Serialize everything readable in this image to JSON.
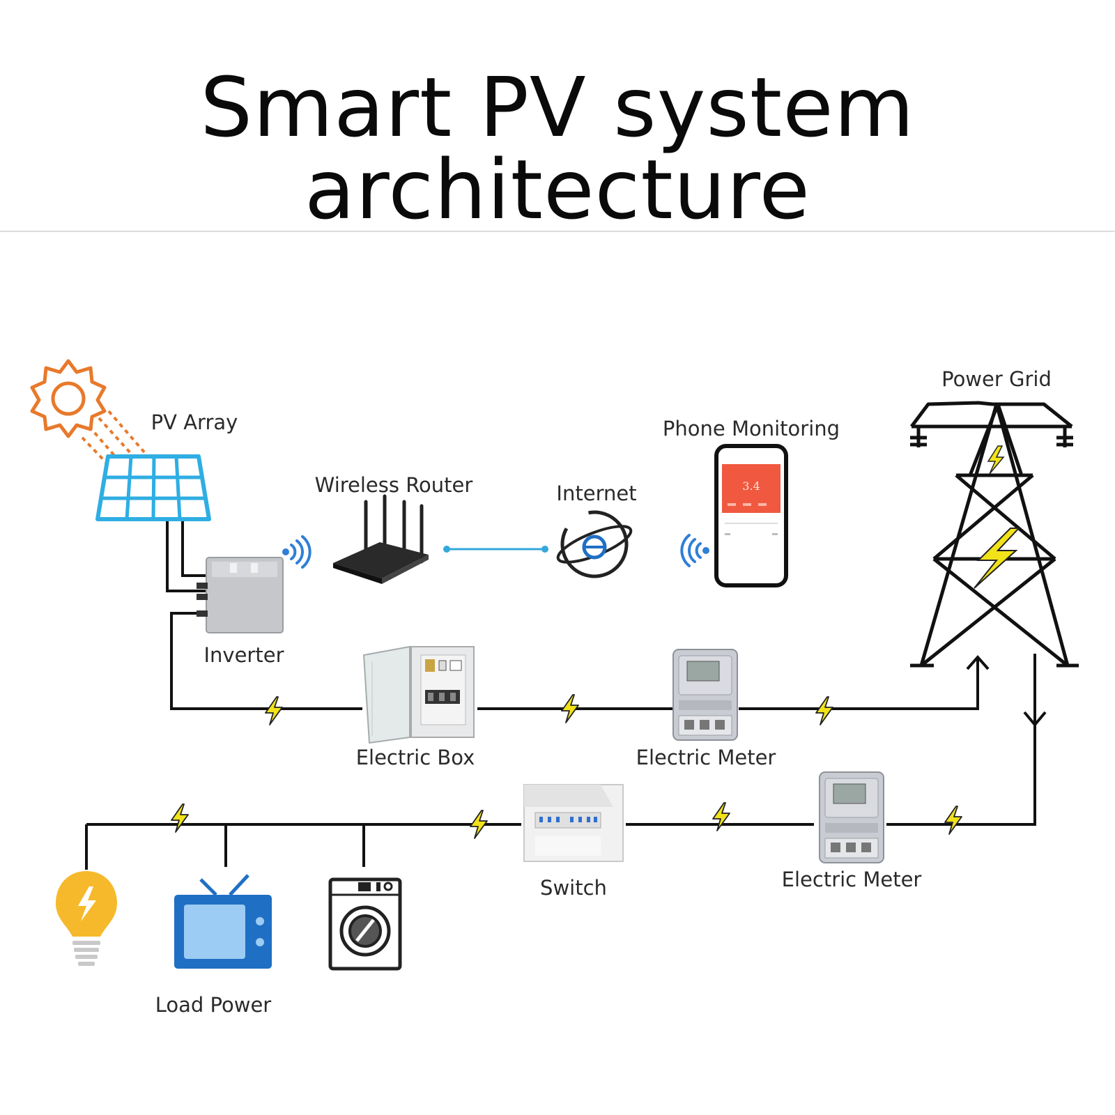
{
  "title": "Smart PV system architecture",
  "labels": {
    "pv_array": "PV Array",
    "wireless_router": "Wireless Router",
    "internet": "Internet",
    "phone_monitoring": "Phone Monitoring",
    "power_grid": "Power Grid",
    "inverter": "Inverter",
    "electric_box": "Electric Box",
    "electric_meter_1": "Electric Meter",
    "switch": "Switch",
    "electric_meter_2": "Electric Meter",
    "load_power": "Load Power"
  },
  "phone_screen_value": "3.4",
  "colors": {
    "sun": "#e8792b",
    "panel": "#2eaee3",
    "bolt": "#f2e21a",
    "wifi": "#2f7fd6",
    "phone_accent": "#f0593f",
    "bulb": "#f6b92b",
    "tv": "#1f6fc4",
    "wire": "#111111"
  },
  "icons": [
    "sun-icon",
    "solar-panel-icon",
    "inverter-icon",
    "wifi-icon",
    "router-icon",
    "internet-globe-icon",
    "phone-icon",
    "power-tower-icon",
    "electric-box-icon",
    "electric-meter-icon",
    "switch-panel-icon",
    "light-bulb-icon",
    "tv-icon",
    "washing-machine-icon",
    "bolt-icon"
  ]
}
